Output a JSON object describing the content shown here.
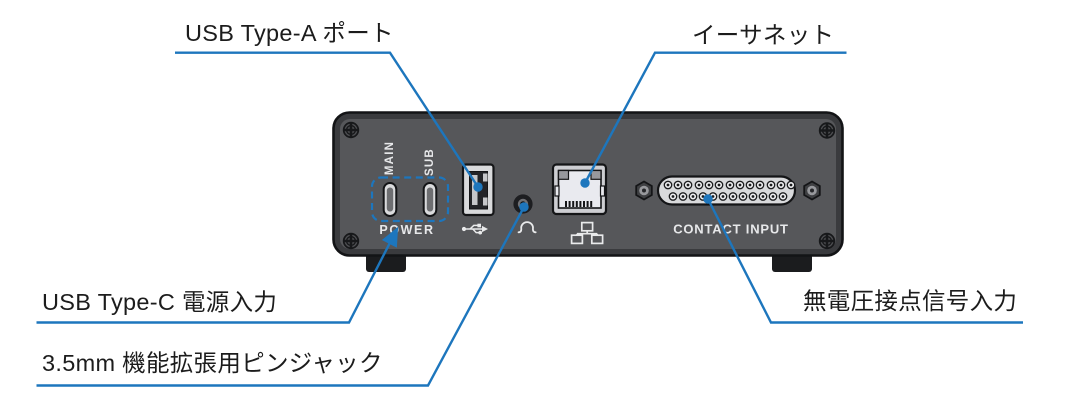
{
  "figure": {
    "type": "device-rear-panel-diagram",
    "description": "Rear panel illustration of a small AV device with callout labels"
  },
  "colors": {
    "accent_blue": "#1d76bd",
    "panel_gray": "#56575a",
    "panel_edge": "#131416",
    "connector_light_gray": "#d9dadc",
    "label_text": "#1c1c1c",
    "panel_text": "#e7e8ea"
  },
  "callouts": {
    "usb_type_a": "USB Type-A ポート",
    "ethernet": "イーサネット",
    "usb_type_c_power": "USB Type-C 電源入力",
    "pin_jack_35mm": "3.5mm 機能拡張用ピンジャック",
    "dry_contact_input": "無電圧接点信号入力"
  },
  "panel_labels": {
    "main": "MAIN",
    "sub": "SUB",
    "power": "POWER",
    "contact_input": "CONTACT INPUT"
  },
  "icons": [
    "usb-trident-icon",
    "headphone-jack-icon",
    "ethernet-network-icon",
    "screw-icon"
  ]
}
